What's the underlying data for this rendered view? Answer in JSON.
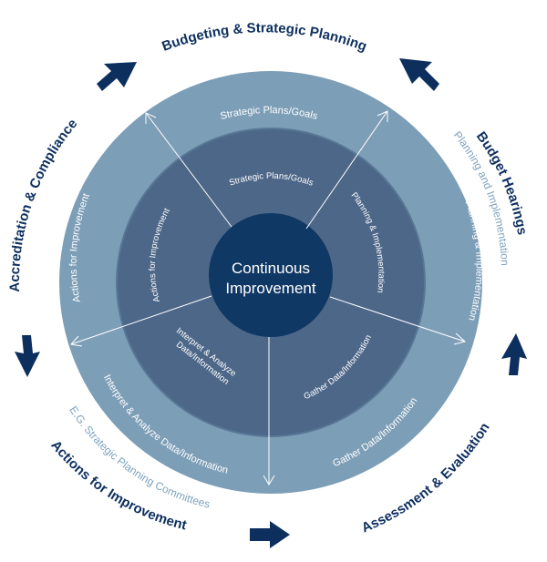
{
  "colors": {
    "outer_ring": "#7d9eb7",
    "middle_ring": "#587796",
    "inner_circle": "#4b6384",
    "center": "#103865",
    "arrow": "#0d2f5e",
    "outer_label": "#0d2f5e",
    "sub_label": "#7ea3be"
  },
  "center": {
    "line1": "Continuous",
    "line2": "Improvement"
  },
  "outer_labels": {
    "budgeting": "Budgeting & Strategic Planning",
    "budget_hearings": "Budget Hearings",
    "budget_hearings_sub": "Planning and Implementation",
    "assessment": "Assessment & Evaluation",
    "actions": "Actions for Improvement",
    "actions_sub": "E.G. Strategic Planning Committees",
    "accreditation": "Accreditation & Compliance"
  },
  "outer_ring_labels": {
    "strategic": "Strategic Plans/Goals",
    "planning": "Planning & Implementation",
    "gather": "Gather Data/Information",
    "interpret": "Interpret & Analyze Data/Information",
    "actions": "Actions for Improvement"
  },
  "inner_ring_labels": {
    "strategic": "Strategic Plans/Goals",
    "planning": "Planning & Implementation",
    "gather": "Gather Data/Information",
    "interpret_line1": "Interpret & Analyze",
    "interpret_line2": "Data/Information",
    "actions": "Actions for Improvement"
  },
  "arrow_icons": [
    "arrow-top-left",
    "arrow-top-right",
    "arrow-right",
    "arrow-bottom",
    "arrow-left"
  ]
}
